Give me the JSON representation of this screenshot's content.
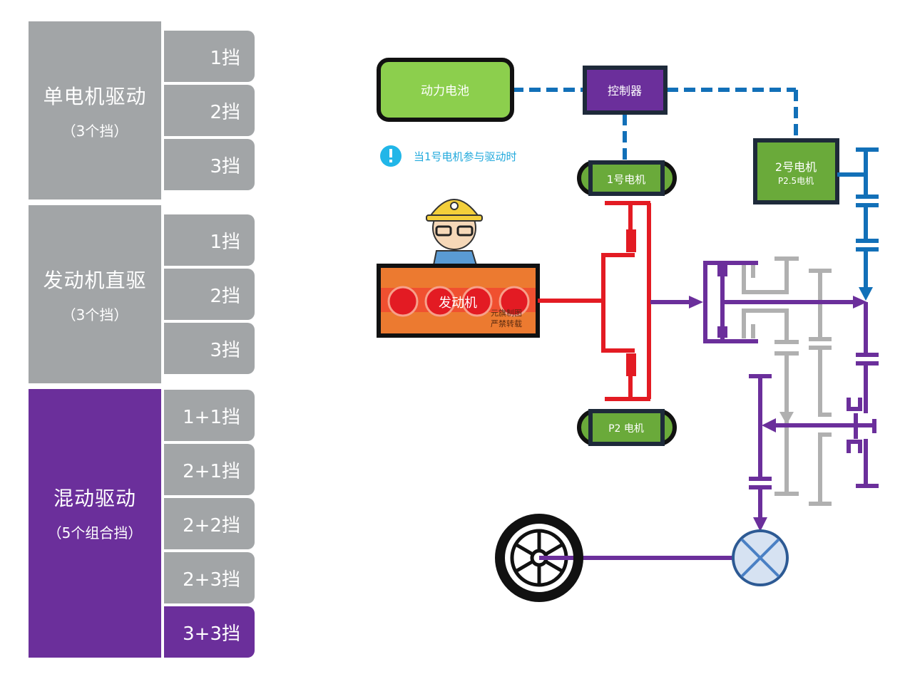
{
  "modes": [
    {
      "title": "单电机驱动",
      "subtitle": "（3个挡）",
      "color": "#a2a5a7",
      "gears": [
        "1挡",
        "2挡",
        "3挡"
      ]
    },
    {
      "title": "发动机直驱",
      "subtitle": "（3个挡）",
      "color": "#a2a5a7",
      "gears": [
        "1挡",
        "2挡",
        "3挡"
      ]
    },
    {
      "title": "混动驱动",
      "subtitle": "（5个组合挡）",
      "color": "#6b2f9b",
      "gears": [
        "1+1挡",
        "2+1挡",
        "2+2挡",
        "2+3挡",
        "3+3挡"
      ],
      "active_gear": "3+3挡"
    }
  ],
  "diagram": {
    "battery": "动力电池",
    "controller": "控制器",
    "notice": "当1号电机参与驱动时",
    "motor1": "1号电机",
    "motor2_line1": "2号电机",
    "motor2_line2": "P2.5电机",
    "p2_motor": "P2 电机",
    "engine": "发动机",
    "watermark_line1": "元旗制图",
    "watermark_line2": "严禁转载",
    "colors": {
      "engine_path": "#e31b23",
      "hybrid_path": "#6b2f9b",
      "motor_path": "#1270b8",
      "idle_path": "#b0b0b0",
      "motor_fill": "#6aaa3a",
      "battery_fill": "#8ccf4d",
      "controller_fill": "#6b2f9b",
      "engine_fill": "#ec7a30"
    }
  }
}
